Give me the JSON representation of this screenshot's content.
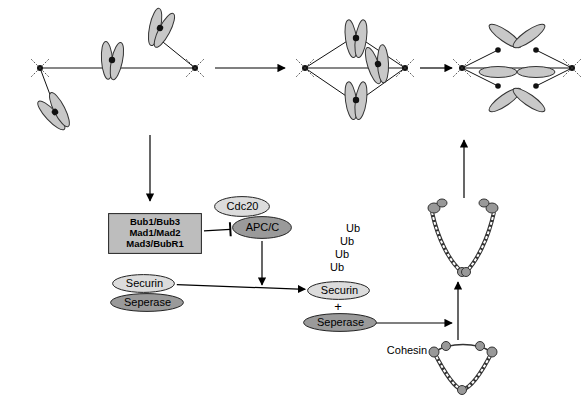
{
  "diagram": {
    "nodes": [
      {
        "text": [
          "Bub1/Bub3 Mad1/Mad2 Mad3/BubR1"
        ]
      },
      {
        "text": [
          "Cdc20"
        ]
      },
      {
        "text": [
          "APC/C"
        ]
      },
      {
        "text": [
          "Securin"
        ]
      },
      {
        "text": [
          "Seperase"
        ]
      },
      {
        "text": [
          "Securin"
        ]
      },
      {
        "text": [
          "Seperase"
        ]
      }
    ],
    "edges": [
      {
        "from": 0,
        "to": 2,
        "arrow": "to"
      },
      {
        "from": 3,
        "to": 5,
        "arrow": "to"
      }
    ],
    "labels": [
      "Ub",
      "Ub",
      "Ub",
      "Ub",
      "+",
      "Cohesin"
    ]
  }
}
